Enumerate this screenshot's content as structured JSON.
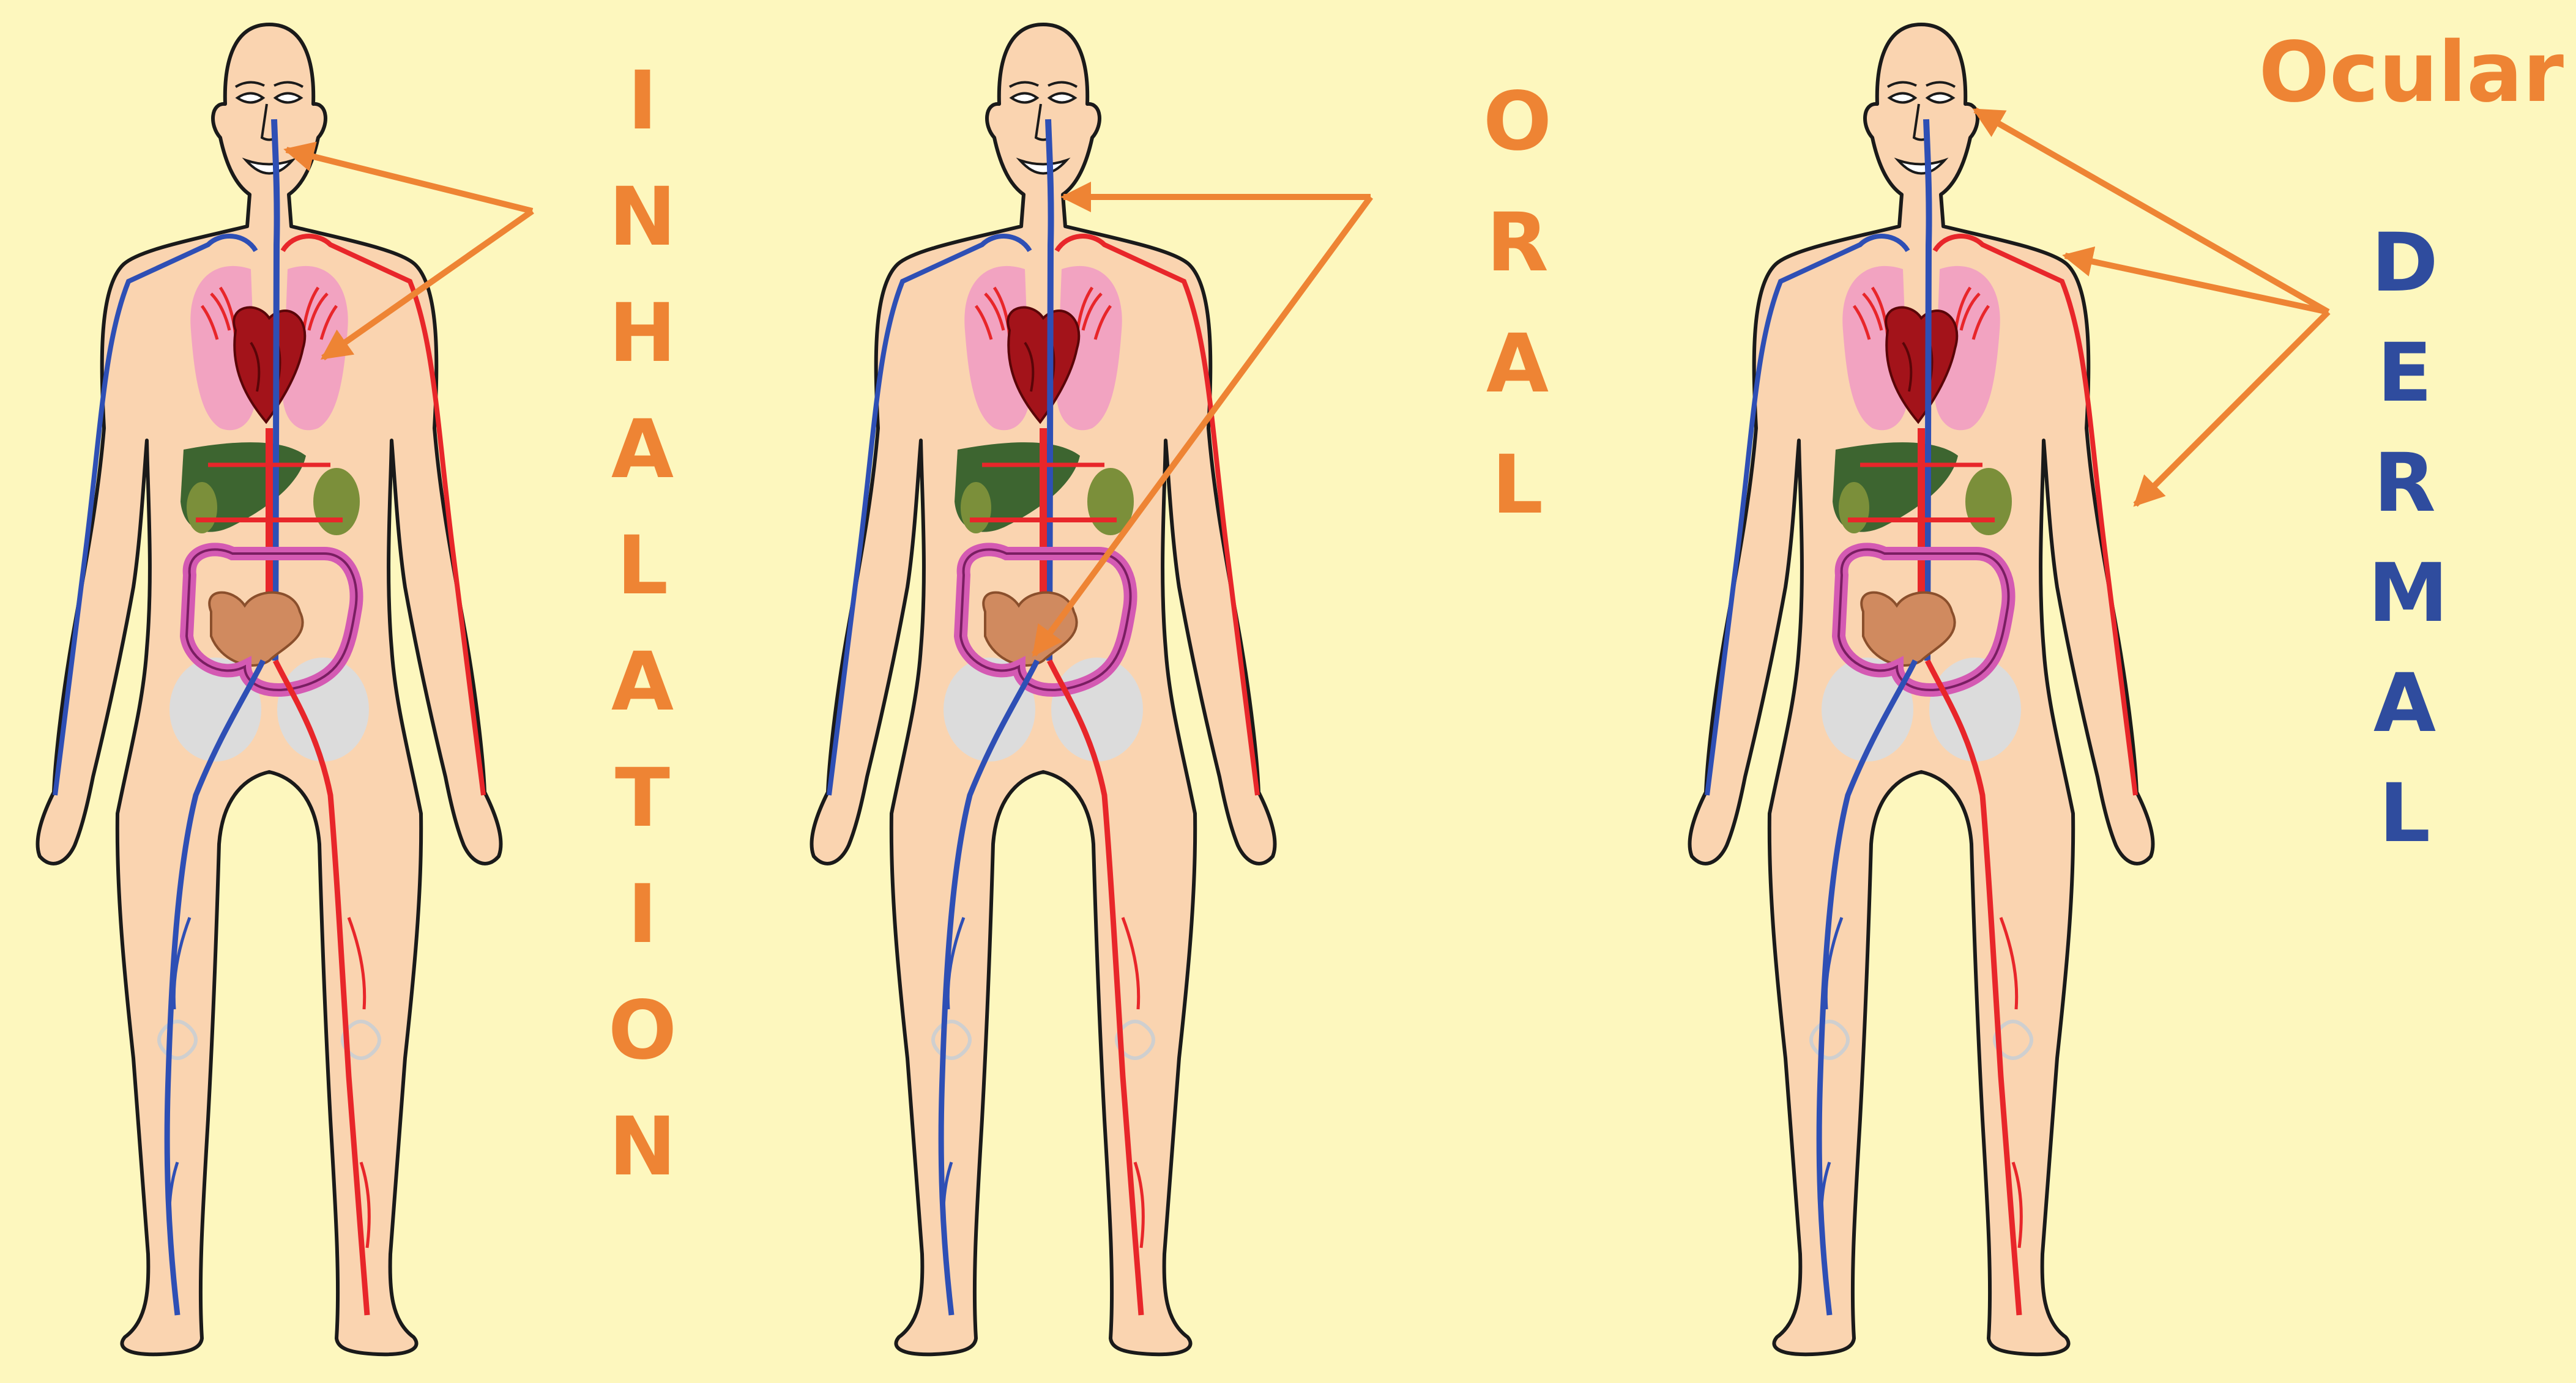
{
  "colors": {
    "background": "#FDF7BE",
    "route_orange": "#EE8434",
    "dermal_blue": "#2F4C9E",
    "skin": "#FAD4B0",
    "outline": "#1A1A1A",
    "vein": "#2E4FB5",
    "artery": "#E8262A",
    "lung": "#F2A3C1",
    "heart": "#A3131A",
    "liver": "#3D6530",
    "kidney": "#7B8F3A",
    "colon": "#D45AB3",
    "intestine": "#D08A5F",
    "pelvis": "#DCDCDC"
  },
  "figures": [
    {
      "id": "inhalation",
      "icon": "human-body-icon"
    },
    {
      "id": "oral",
      "icon": "human-body-icon"
    },
    {
      "id": "dermal",
      "icon": "human-body-icon"
    }
  ],
  "labels": {
    "inhalation": "INHALATION",
    "oral": "ORAL",
    "ocular": "Ocular",
    "dermal": "DERMAL"
  }
}
